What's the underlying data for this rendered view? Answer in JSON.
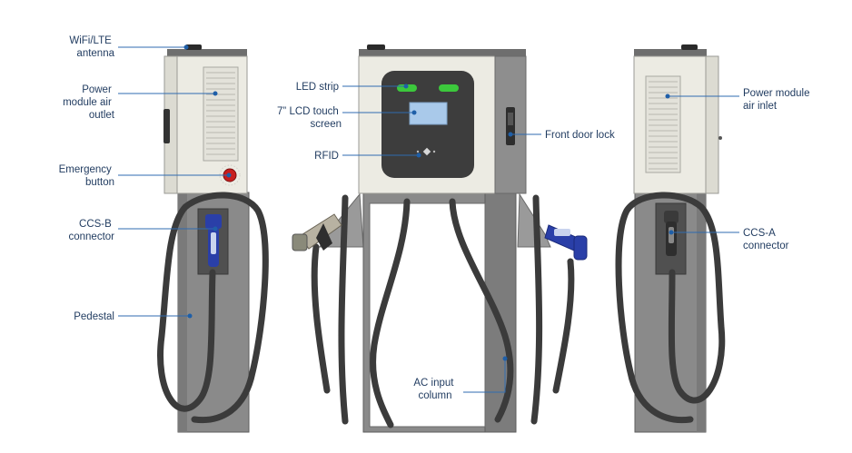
{
  "callouts": {
    "wifi_antenna": [
      "WiFi/LTE",
      "antenna"
    ],
    "air_outlet": [
      "Power",
      "module air",
      "outlet"
    ],
    "emergency_button": [
      "Emergency",
      "button"
    ],
    "ccs_b": [
      "CCS-B",
      "connector"
    ],
    "pedestal": [
      "Pedestal"
    ],
    "led_strip": [
      "LED strip"
    ],
    "lcd_screen": [
      "7” LCD touch",
      "screen"
    ],
    "rfid": [
      "RFID"
    ],
    "front_door_lock": [
      "Front door lock"
    ],
    "ac_input_column": [
      "AC input",
      "column"
    ],
    "air_inlet": [
      "Power module",
      "air inlet"
    ],
    "ccs_a": [
      "CCS-A",
      "connector"
    ]
  },
  "colors": {
    "cabinet": "#ecebe3",
    "cabinet_top": "#6e6e6e",
    "pedestal": "#8a8a8a",
    "screen_panel": "#3d3d3d",
    "led": "#3cc83c",
    "lcd": "#a9c9ea",
    "emergency_red": "#c81e1e",
    "connector_blue": "#2a3fa8",
    "callout_line": "#2f6bb0",
    "callout_text": "#1f3a5f"
  }
}
